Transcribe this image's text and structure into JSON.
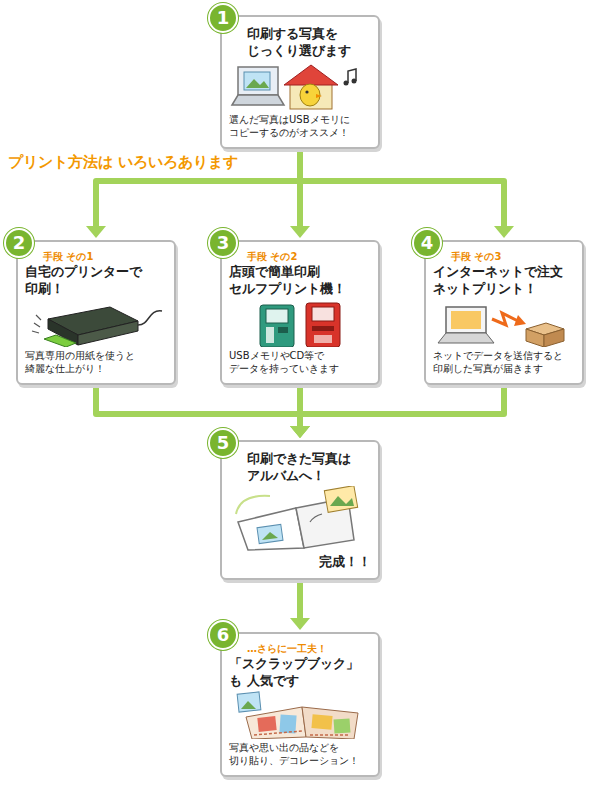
{
  "diagram": {
    "nodes": [
      {
        "text": [
          "印刷する写真を じっくり選びます",
          "選んだ写真はUSBメモリに コピーするのがオススメ！"
        ]
      },
      {
        "text": [
          "手段 その1",
          "自宅のプリンターで 印刷！",
          "写真専用の用紙を使うと 綺麗な仕上がり！"
        ]
      },
      {
        "text": [
          "手段 その2",
          "店頭で簡単印刷 セルフプリント機！",
          "USBメモリやCD等で データを持っていきます"
        ]
      },
      {
        "text": [
          "手段 その3",
          "インターネットで注文 ネットプリント！",
          "ネットでデータを送信すると 印刷した写真が届きます"
        ]
      },
      {
        "text": [
          "印刷できた写真は アルバムへ！",
          "完成！！"
        ]
      },
      {
        "text": [
          "…さらに一工夫！",
          "「スクラップブック」も 人気です",
          "写真や思い出の品などを 切り貼り、デコレーション！"
        ]
      }
    ],
    "edges": [
      {
        "from": 0,
        "to": 1,
        "arrow": "to"
      },
      {
        "from": 0,
        "to": 2,
        "arrow": "to"
      },
      {
        "from": 0,
        "to": 3,
        "arrow": "to"
      },
      {
        "from": 1,
        "to": 4,
        "arrow": "to"
      },
      {
        "from": 2,
        "to": 4,
        "arrow": "to"
      },
      {
        "from": 3,
        "to": 4,
        "arrow": "to"
      },
      {
        "from": 4,
        "to": 5,
        "arrow": "to"
      }
    ],
    "labels": [
      "1",
      "2",
      "3",
      "4",
      "5",
      "6",
      "プリント方法は いろいろあります"
    ]
  }
}
